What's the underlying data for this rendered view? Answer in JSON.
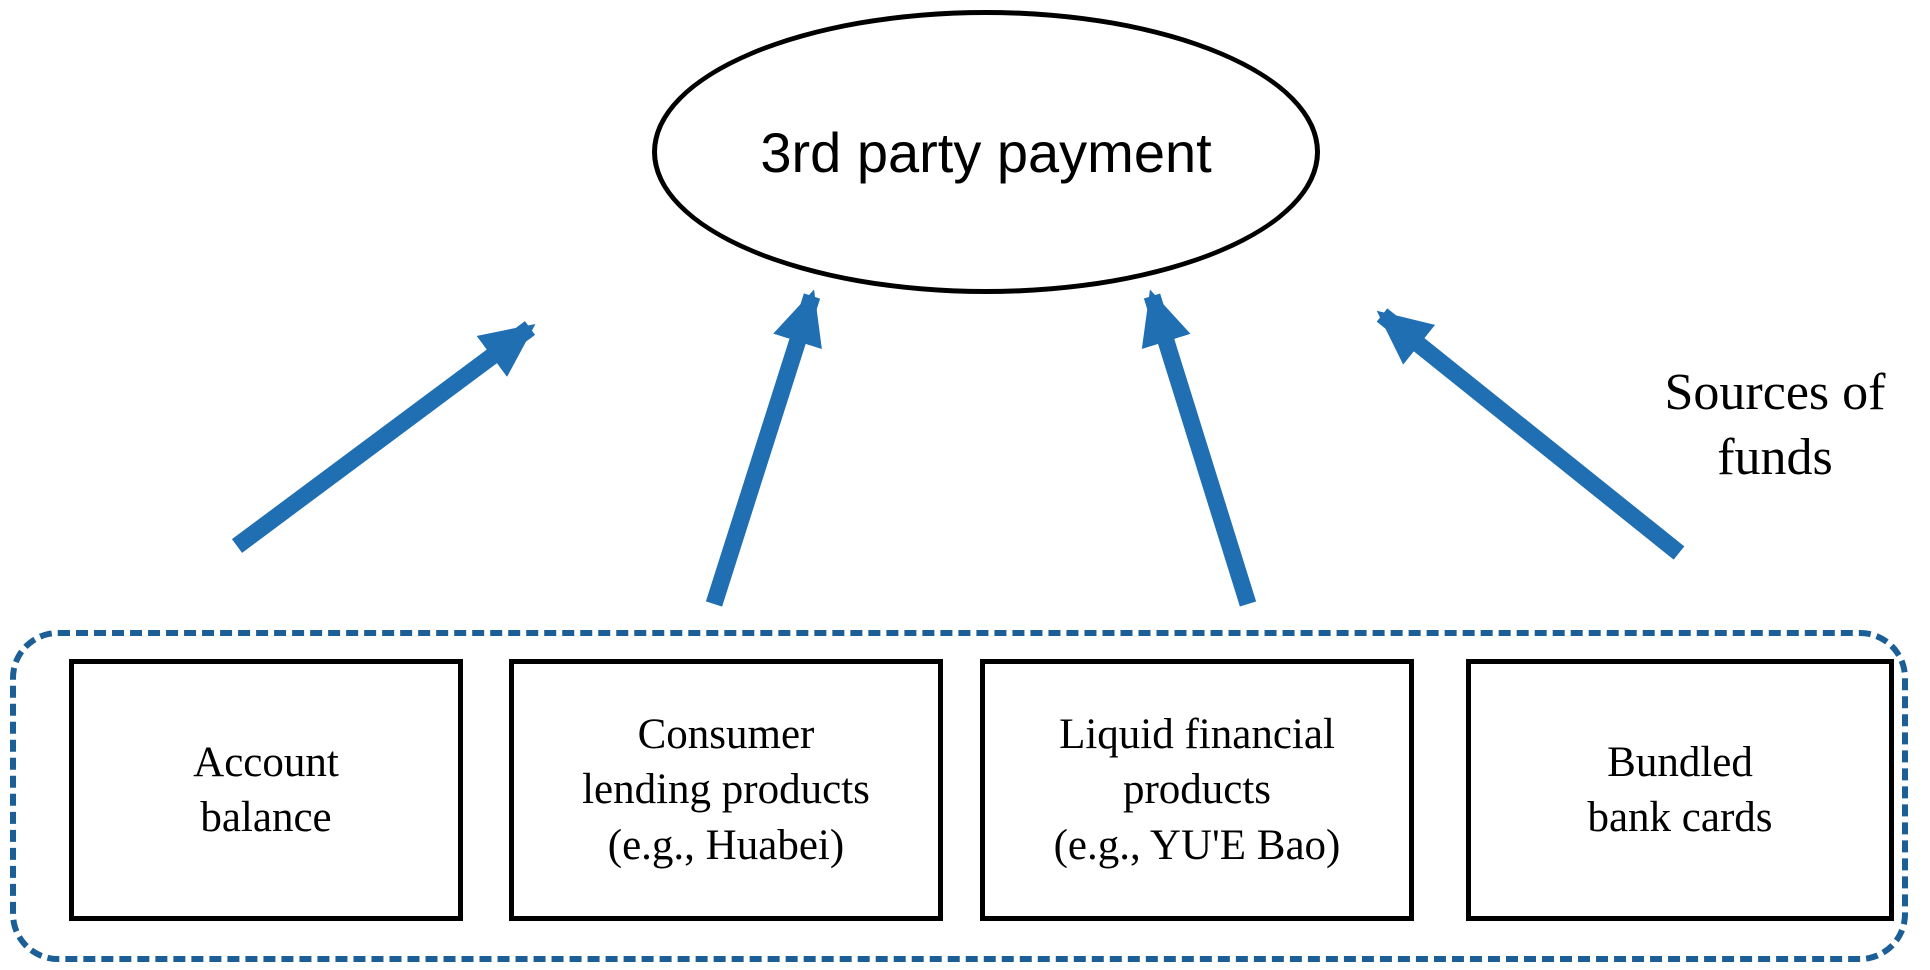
{
  "diagram": {
    "ellipse": {
      "label": "3rd party payment"
    },
    "side_label": "Sources of\nfunds",
    "boxes": [
      {
        "label": "Account\nbalance"
      },
      {
        "label": "Consumer\nlending products\n(e.g., Huabei)"
      },
      {
        "label": "Liquid financial\nproducts\n(e.g., YU'E Bao)"
      },
      {
        "label": "Bundled\nbank cards"
      }
    ],
    "colors": {
      "arrow": "#1F6FB2",
      "dashed_border": "#1C5F96",
      "node_border": "#000000",
      "background": "#FFFFFF"
    }
  }
}
